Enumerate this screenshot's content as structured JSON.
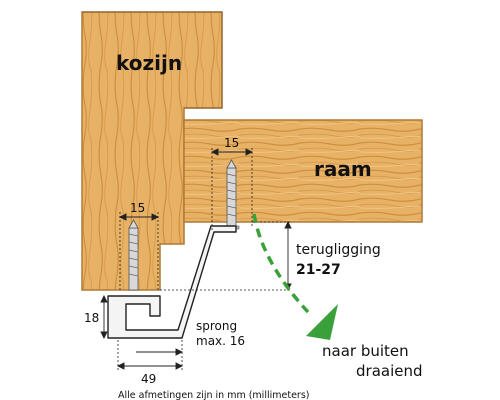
{
  "labels": {
    "frame": "kozijn",
    "sash": "raam",
    "setback_title": "terugligging",
    "setback_range": "21-27",
    "overlap_title": "sprong",
    "overlap_max": "max. 16",
    "direction_line1": "naar buiten",
    "direction_line2": "draaiend",
    "footnote": "Alle afmetingen zijn in mm (millimeters)"
  },
  "dimensions": {
    "screw_spacing_sash": "15",
    "screw_spacing_frame": "15",
    "profile_height": "18",
    "total_width": "49"
  },
  "colors": {
    "wood": "#e9b46a",
    "wood_dark": "#c98a3a",
    "metal": "#f4f4f4",
    "arrow_green": "#3aa13a",
    "line": "#222222"
  }
}
